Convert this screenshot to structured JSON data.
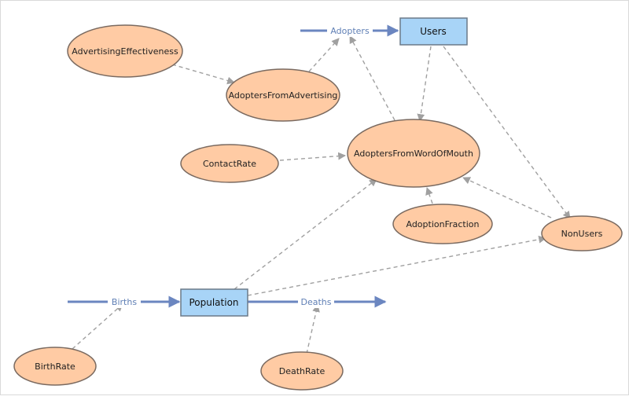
{
  "diagram": {
    "stocks": {
      "users": "Users",
      "population": "Population"
    },
    "flows": {
      "adopters": "Adopters",
      "births": "Births",
      "deaths": "Deaths"
    },
    "variables": {
      "advertising_effectiveness": "AdvertisingEffectiveness",
      "adopters_from_advertising": "AdoptersFromAdvertising",
      "contact_rate": "ContactRate",
      "adopters_from_word_of_mouth": "AdoptersFromWordOfMouth",
      "adoption_fraction": "AdoptionFraction",
      "non_users": "NonUsers",
      "birth_rate": "BirthRate",
      "death_rate": "DeathRate"
    }
  },
  "colors": {
    "stock_fill": "#a8d4f7",
    "auxiliary_fill": "#ffcba4",
    "flow_arrow": "#6b86c0",
    "link_arrow": "#a0a0a0"
  }
}
